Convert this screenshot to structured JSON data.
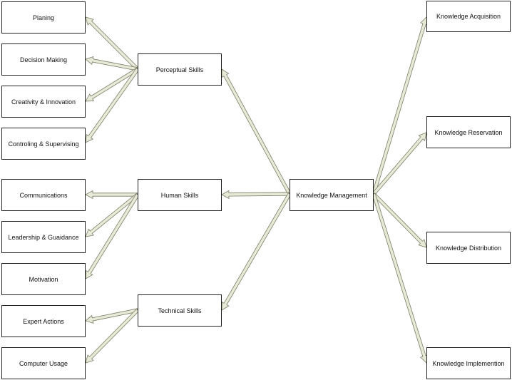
{
  "colors": {
    "arrow_fill": "#e8ead8",
    "arrow_stroke": "#7c7c66",
    "box_border": "#222222"
  },
  "nodes": {
    "knowledge_management": "Knowledge Management",
    "perceptual_skills": "Perceptual Skills",
    "human_skills": "Human Skills",
    "technical_skills": "Technical Skills",
    "planing": "Planing",
    "decision_making": "Decision Making",
    "creativity_innovation": "Creativity & Innovation",
    "controling_supervising": "Controling & Supervising",
    "communications": "Communications",
    "leadership_guaidance": "Leadership & Guaidance",
    "motivation": "Motivation",
    "expert_actions": "Expert Actions",
    "computer_usage": "Computer Usage",
    "knowledge_acquisition": "Knowledge Acquisition",
    "knowledge_reservation": "Knowledge Reservation",
    "knowledge_distribution": "Knowledge Distribution",
    "knowledge_implemention": "Knowledge Implemention"
  },
  "edges": [
    [
      "knowledge_management",
      "perceptual_skills"
    ],
    [
      "knowledge_management",
      "human_skills"
    ],
    [
      "knowledge_management",
      "technical_skills"
    ],
    [
      "knowledge_management",
      "knowledge_acquisition"
    ],
    [
      "knowledge_management",
      "knowledge_reservation"
    ],
    [
      "knowledge_management",
      "knowledge_distribution"
    ],
    [
      "knowledge_management",
      "knowledge_implemention"
    ],
    [
      "perceptual_skills",
      "planing"
    ],
    [
      "perceptual_skills",
      "decision_making"
    ],
    [
      "perceptual_skills",
      "creativity_innovation"
    ],
    [
      "perceptual_skills",
      "controling_supervising"
    ],
    [
      "human_skills",
      "communications"
    ],
    [
      "human_skills",
      "leadership_guaidance"
    ],
    [
      "human_skills",
      "motivation"
    ],
    [
      "technical_skills",
      "expert_actions"
    ],
    [
      "technical_skills",
      "computer_usage"
    ]
  ]
}
